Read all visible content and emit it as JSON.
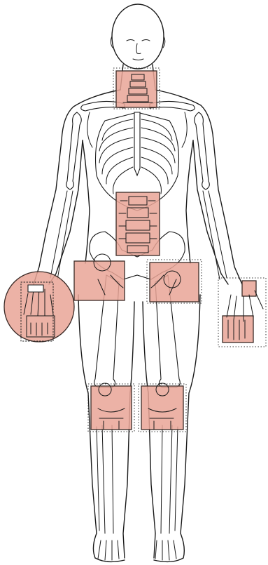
{
  "figure": {
    "highlight_color": "#e9a497",
    "line_color": "#1a1a1a",
    "background": "#ffffff",
    "highlighted_regions": [
      "cervical-spine",
      "lumbar-spine",
      "right-hip",
      "left-hip",
      "right-hand-magnified",
      "left-hand",
      "right-knee",
      "left-knee"
    ]
  }
}
